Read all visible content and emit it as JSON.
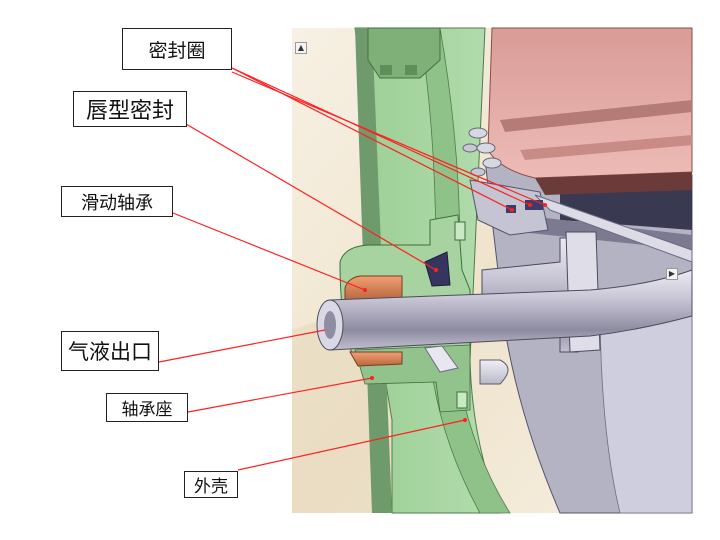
{
  "labels": [
    {
      "text": "密封圈"
    },
    {
      "text": "唇型密封"
    },
    {
      "text": "滑动轴承"
    },
    {
      "text": "气液出口"
    },
    {
      "text": "轴承座"
    },
    {
      "text": "外壳"
    }
  ],
  "colors": {
    "housing_green": "#a7d3a0",
    "housing_shadow": "#6d9a6a",
    "shaft_gray": "#c8c8d4",
    "rotor_pink": "#e2a8a3",
    "bearing_copper": "#d9875a",
    "leader_red": "#ff1a1a",
    "seal_dark": "#3a3a6a"
  },
  "icons": [
    "scroll-up-icon",
    "scroll-right-icon"
  ]
}
